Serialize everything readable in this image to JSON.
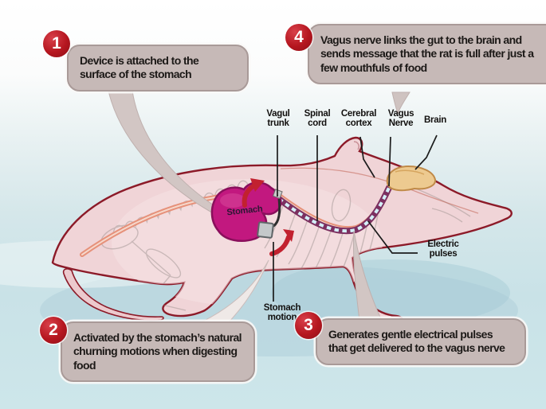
{
  "callouts": [
    {
      "number": "1",
      "text": "Device is attached to the surface of the stomach"
    },
    {
      "number": "2",
      "text": "Activated by the stomach’s natural churning motions when digesting food"
    },
    {
      "number": "3",
      "text": "Generates gentle electrical pulses that get delivered to the vagus nerve"
    },
    {
      "number": "4",
      "text": "Vagus nerve links the gut to the brain and sends message that the rat is full after just a few mouthfuls of food"
    }
  ],
  "anatomy_labels": [
    {
      "label": "Vagul trunk"
    },
    {
      "label": "Spinal cord"
    },
    {
      "label": "Cerebral cortex"
    },
    {
      "label": "Vagus Nerve"
    },
    {
      "label": "Brain"
    }
  ],
  "diagram_labels": {
    "stomach": "Stomach",
    "electric_pulses": "Electric pulses",
    "stomach_motion": "Stomach motion"
  },
  "colors": {
    "badge_red": "#b5161f",
    "callout_fill": "#c6b9b7",
    "callout_border": "#a99a98",
    "body_pink": "#f0d4d7",
    "body_outline": "#8c1a28",
    "stomach_magenta": "#c2187f",
    "brain_tan": "#edca90",
    "pulse_cyan": "#d3f0f8",
    "nerve_band": "#7c3060",
    "arrow_red": "#c2212f",
    "background_teal": "#cbe4e9",
    "text_dark": "#1c1917"
  }
}
